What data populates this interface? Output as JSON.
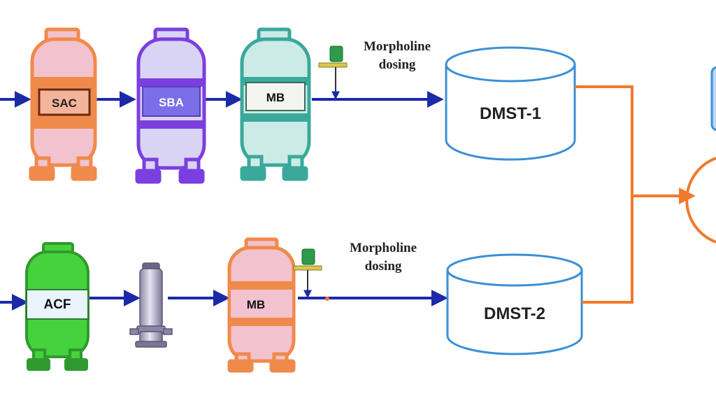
{
  "vessels": {
    "sac": {
      "label": "SAC",
      "color": "#f08a4b",
      "fill": "#f2c2cf"
    },
    "sba": {
      "label": "SBA",
      "color": "#7b3fe0",
      "fill": "#d9d4f4"
    },
    "mb1": {
      "label": "MB",
      "color": "#3aa99b",
      "fill": "#cdebe6"
    },
    "acf": {
      "label": "ACF",
      "color": "#2f9a2f",
      "fill": "#45d23c"
    },
    "mb2": {
      "label": "MB",
      "color": "#f08a4b",
      "fill": "#f2c2cf"
    }
  },
  "dosing": {
    "top": {
      "line1": "Morpholine",
      "line2": "dosing"
    },
    "bottom": {
      "line1": "Morpholine",
      "line2": "dosing"
    }
  },
  "tanks": {
    "dmst1": {
      "label": "DMST-1"
    },
    "dmst2": {
      "label": "DMST-2"
    }
  },
  "colors": {
    "flow_line": "#1a2aa8",
    "outlet_line": "#f07a2b",
    "tank_stroke": "#3a8fd6",
    "doser_green": "#2e9a4a",
    "doser_plate": "#d8c84a"
  }
}
